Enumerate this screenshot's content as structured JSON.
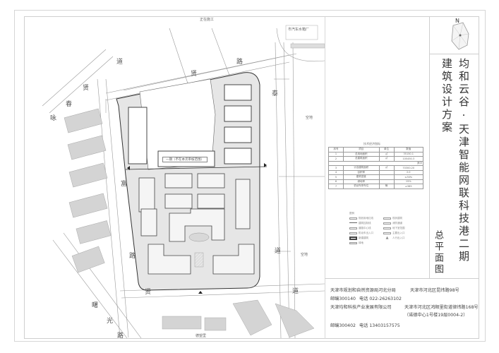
{
  "title_block": {
    "project_title": "均和云谷·天津智能网联科技港二期",
    "design_stage": "建筑设计方案",
    "drawing_name": "总平面图",
    "north_label": "N"
  },
  "info": {
    "authority_name": "天津市规划和自然资源局河北分局",
    "authority_address": "天津市河北区昆纬路98号",
    "authority_postcode": "邮编300140",
    "authority_phone": "电话 022-26263102",
    "company_name": "天津均和科技产业发展有限公司",
    "company_address_line1": "天津市河北区鸿顺里街道律纬路168号",
    "company_address_line2": "（诺德中心1号楼19层0004-2）",
    "company_postcode": "邮编300402",
    "company_phone": "电话 13403157575"
  },
  "stats_table": {
    "caption": "技术经济指标",
    "headers": [
      "序号",
      "项目",
      "单位",
      "数值"
    ],
    "rows": [
      [
        "1",
        "总用地面积",
        "㎡",
        "35150.1"
      ],
      [
        "2",
        "总建筑面积",
        "㎡",
        "105450.3"
      ],
      [
        "",
        "其中",
        "",
        ""
      ],
      [
        "3",
        "计容建筑面积",
        "㎡",
        "70300.20"
      ],
      [
        "4",
        "容积率",
        "",
        "2.0"
      ],
      [
        "5",
        "建筑密度",
        "",
        "≤30%"
      ],
      [
        "6",
        "绿地率",
        "",
        "15%"
      ],
      [
        "7",
        "机动车停车位",
        "辆",
        "≥385"
      ]
    ]
  },
  "legend": {
    "title": "图例",
    "items": [
      "规划用地红线",
      "建筑控制线",
      "道路中心线",
      "机动车出入口",
      "新建建筑",
      "绿地",
      "现状建筑",
      "消防通道",
      "地下室范围",
      "主要出入口",
      "人行出入口"
    ]
  },
  "map": {
    "labels": {
      "top_site": "正在施工",
      "top_right_site": "市汽车水箱厂",
      "open_land_1": "空地",
      "open_land_2": "空地",
      "road_north_1": "道",
      "road_north_2": "贤",
      "road_north_3": "路",
      "road_east_1": "泰",
      "road_east_2": "道",
      "road_west_1": "富",
      "road_west_2": "路",
      "road_south_1": "贤",
      "road_south_2": "道",
      "road_nw_1": "咏",
      "road_nw_2": "春",
      "road_nw_3": "贤",
      "road_sw_1": "曙",
      "road_sw_2": "光",
      "road_sw_3": "路",
      "bottom_site": "德望里"
    },
    "phase1_note": "一期（不在本次审核范围）"
  },
  "colors": {
    "line": "#555555",
    "hatch": "#cfcfcf",
    "frame": "#d0d0d0"
  }
}
